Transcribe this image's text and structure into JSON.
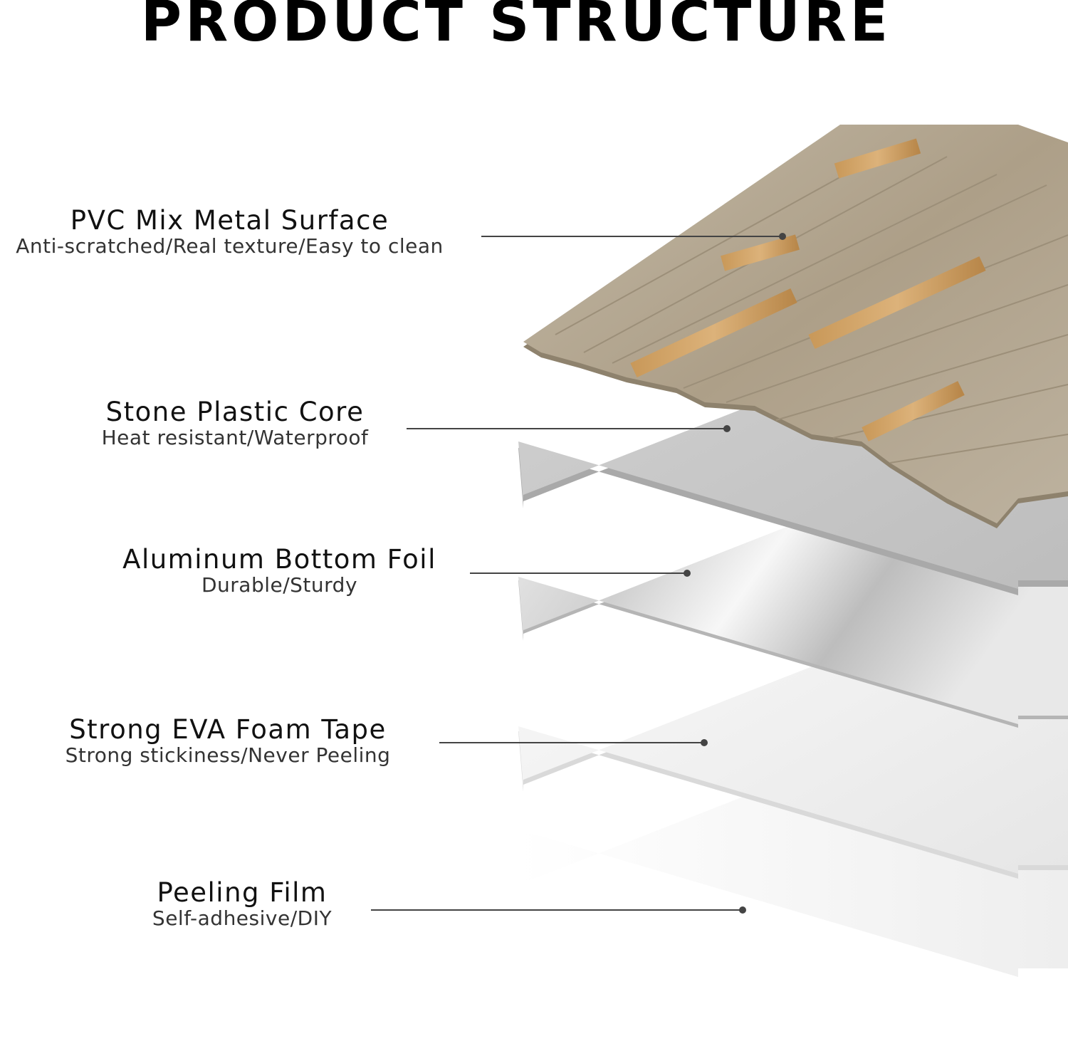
{
  "header": {
    "title": "PRODUCT STRUCTURE"
  },
  "colors": {
    "surface_stone": "#b6ab98",
    "metal_strip": "#c99c5e",
    "core_gray": "#c6c6c6",
    "aluminum": "#e4e4e4",
    "foam": "#f2f2f2",
    "film": "#f7f7f7",
    "leader_line": "#444444"
  },
  "layers": [
    {
      "name": "PVC Mix Metal Surface",
      "desc": "Anti-scratched/Real texture/Easy to clean"
    },
    {
      "name": "Stone Plastic Core",
      "desc": "Heat resistant/Waterproof"
    },
    {
      "name": "Aluminum Bottom Foil",
      "desc": "Durable/Sturdy"
    },
    {
      "name": "Strong EVA Foam Tape",
      "desc": "Strong stickiness/Never Peeling"
    },
    {
      "name": "Peeling Film",
      "desc": "Self-adhesive/DIY"
    }
  ]
}
